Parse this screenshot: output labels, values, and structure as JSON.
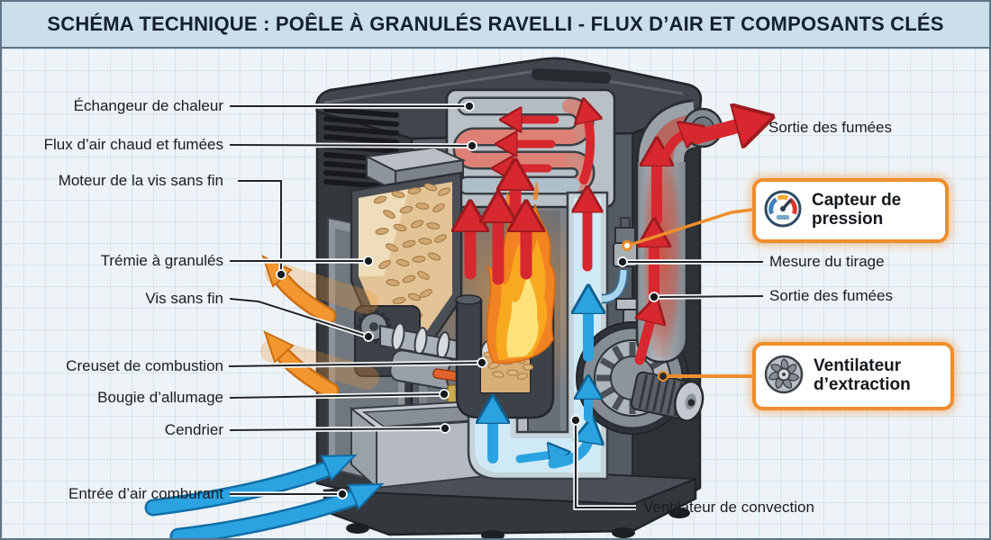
{
  "title": "SCHÉMA TECHNIQUE : POÊLE À GRANULÉS RAVELLI - FLUX D’AIR ET COMPOSANTS CLÉS",
  "labels": {
    "echangeur": "Échangeur de chaleur",
    "flux_air_chaud": "Flux d’air chaud et fumées",
    "moteur_vis": "Moteur de la vis sans fin",
    "tremie": "Trémie à granulés",
    "vis_sans_fin": "Vis sans fin",
    "creuset": "Creuset de combustion",
    "bougie": "Bougie d’allumage",
    "cendrier": "Cendrier",
    "entree_air": "Entrée d’air comburant",
    "sortie_fumees_haut": "Sortie des fumées",
    "mesure_tirage": "Mesure du tirage",
    "sortie_fumees_droite": "Sortie des fumées",
    "ventilateur_convection": "Ventilateur de convection"
  },
  "callouts": {
    "capteur_pression": "Capteur de\npression",
    "ventilateur_extraction": "Ventilateur\nd’extraction"
  },
  "colors": {
    "accent_orange": "#EE8E2C",
    "arrow_red": "#D7282F",
    "arrow_blue": "#2BA3E0",
    "titlebar": "#CBDFEA",
    "background": "#EEF3F7",
    "stove_dark": "#383C42"
  }
}
